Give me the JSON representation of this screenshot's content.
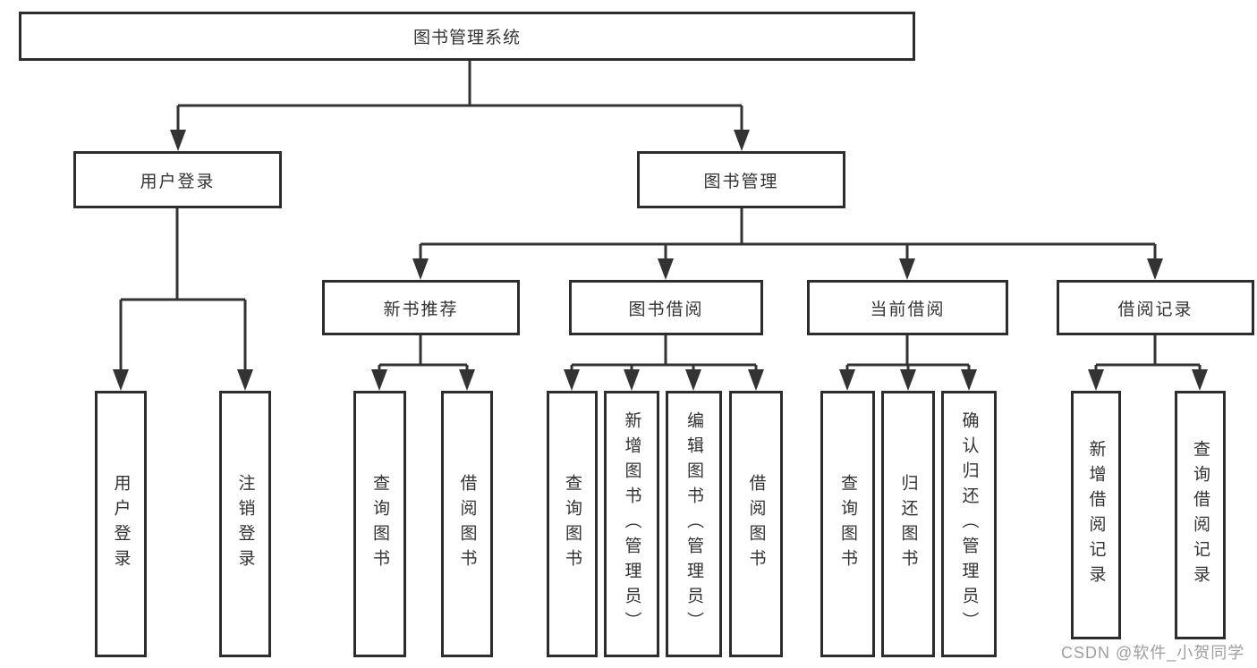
{
  "nodes": {
    "root": {
      "label": "图书管理系统"
    },
    "level2": [
      {
        "label": "用户登录"
      },
      {
        "label": "图书管理"
      }
    ],
    "level3": [
      {
        "label": "新书推荐",
        "parent": "图书管理"
      },
      {
        "label": "图书借阅",
        "parent": "图书管理"
      },
      {
        "label": "当前借阅",
        "parent": "图书管理"
      },
      {
        "label": "借阅记录",
        "parent": "图书管理"
      }
    ],
    "leaves": [
      {
        "label": "用户登录",
        "parent": "用户登录"
      },
      {
        "label": "注销登录",
        "parent": "用户登录"
      },
      {
        "label": "查询图书",
        "parent": "新书推荐"
      },
      {
        "label": "借阅图书",
        "parent": "新书推荐"
      },
      {
        "label": "查询图书",
        "parent": "图书借阅"
      },
      {
        "label": "新增图书（管理员）",
        "parent": "图书借阅"
      },
      {
        "label": "编辑图书（管理员）",
        "parent": "图书借阅"
      },
      {
        "label": "借阅图书",
        "parent": "图书借阅"
      },
      {
        "label": "查询图书",
        "parent": "当前借阅"
      },
      {
        "label": "归还图书",
        "parent": "当前借阅"
      },
      {
        "label": "确认归还（管理员）",
        "parent": "当前借阅"
      },
      {
        "label": "新增借阅记录",
        "parent": "借阅记录"
      },
      {
        "label": "查询借阅记录",
        "parent": "借阅记录"
      }
    ]
  },
  "watermark": "CSDN @软件_小贺同学",
  "colors": {
    "line": "#333333",
    "box_border": "#2d2d2d",
    "text": "#333333",
    "watermark": "#9e9e9e",
    "background": "#ffffff"
  }
}
